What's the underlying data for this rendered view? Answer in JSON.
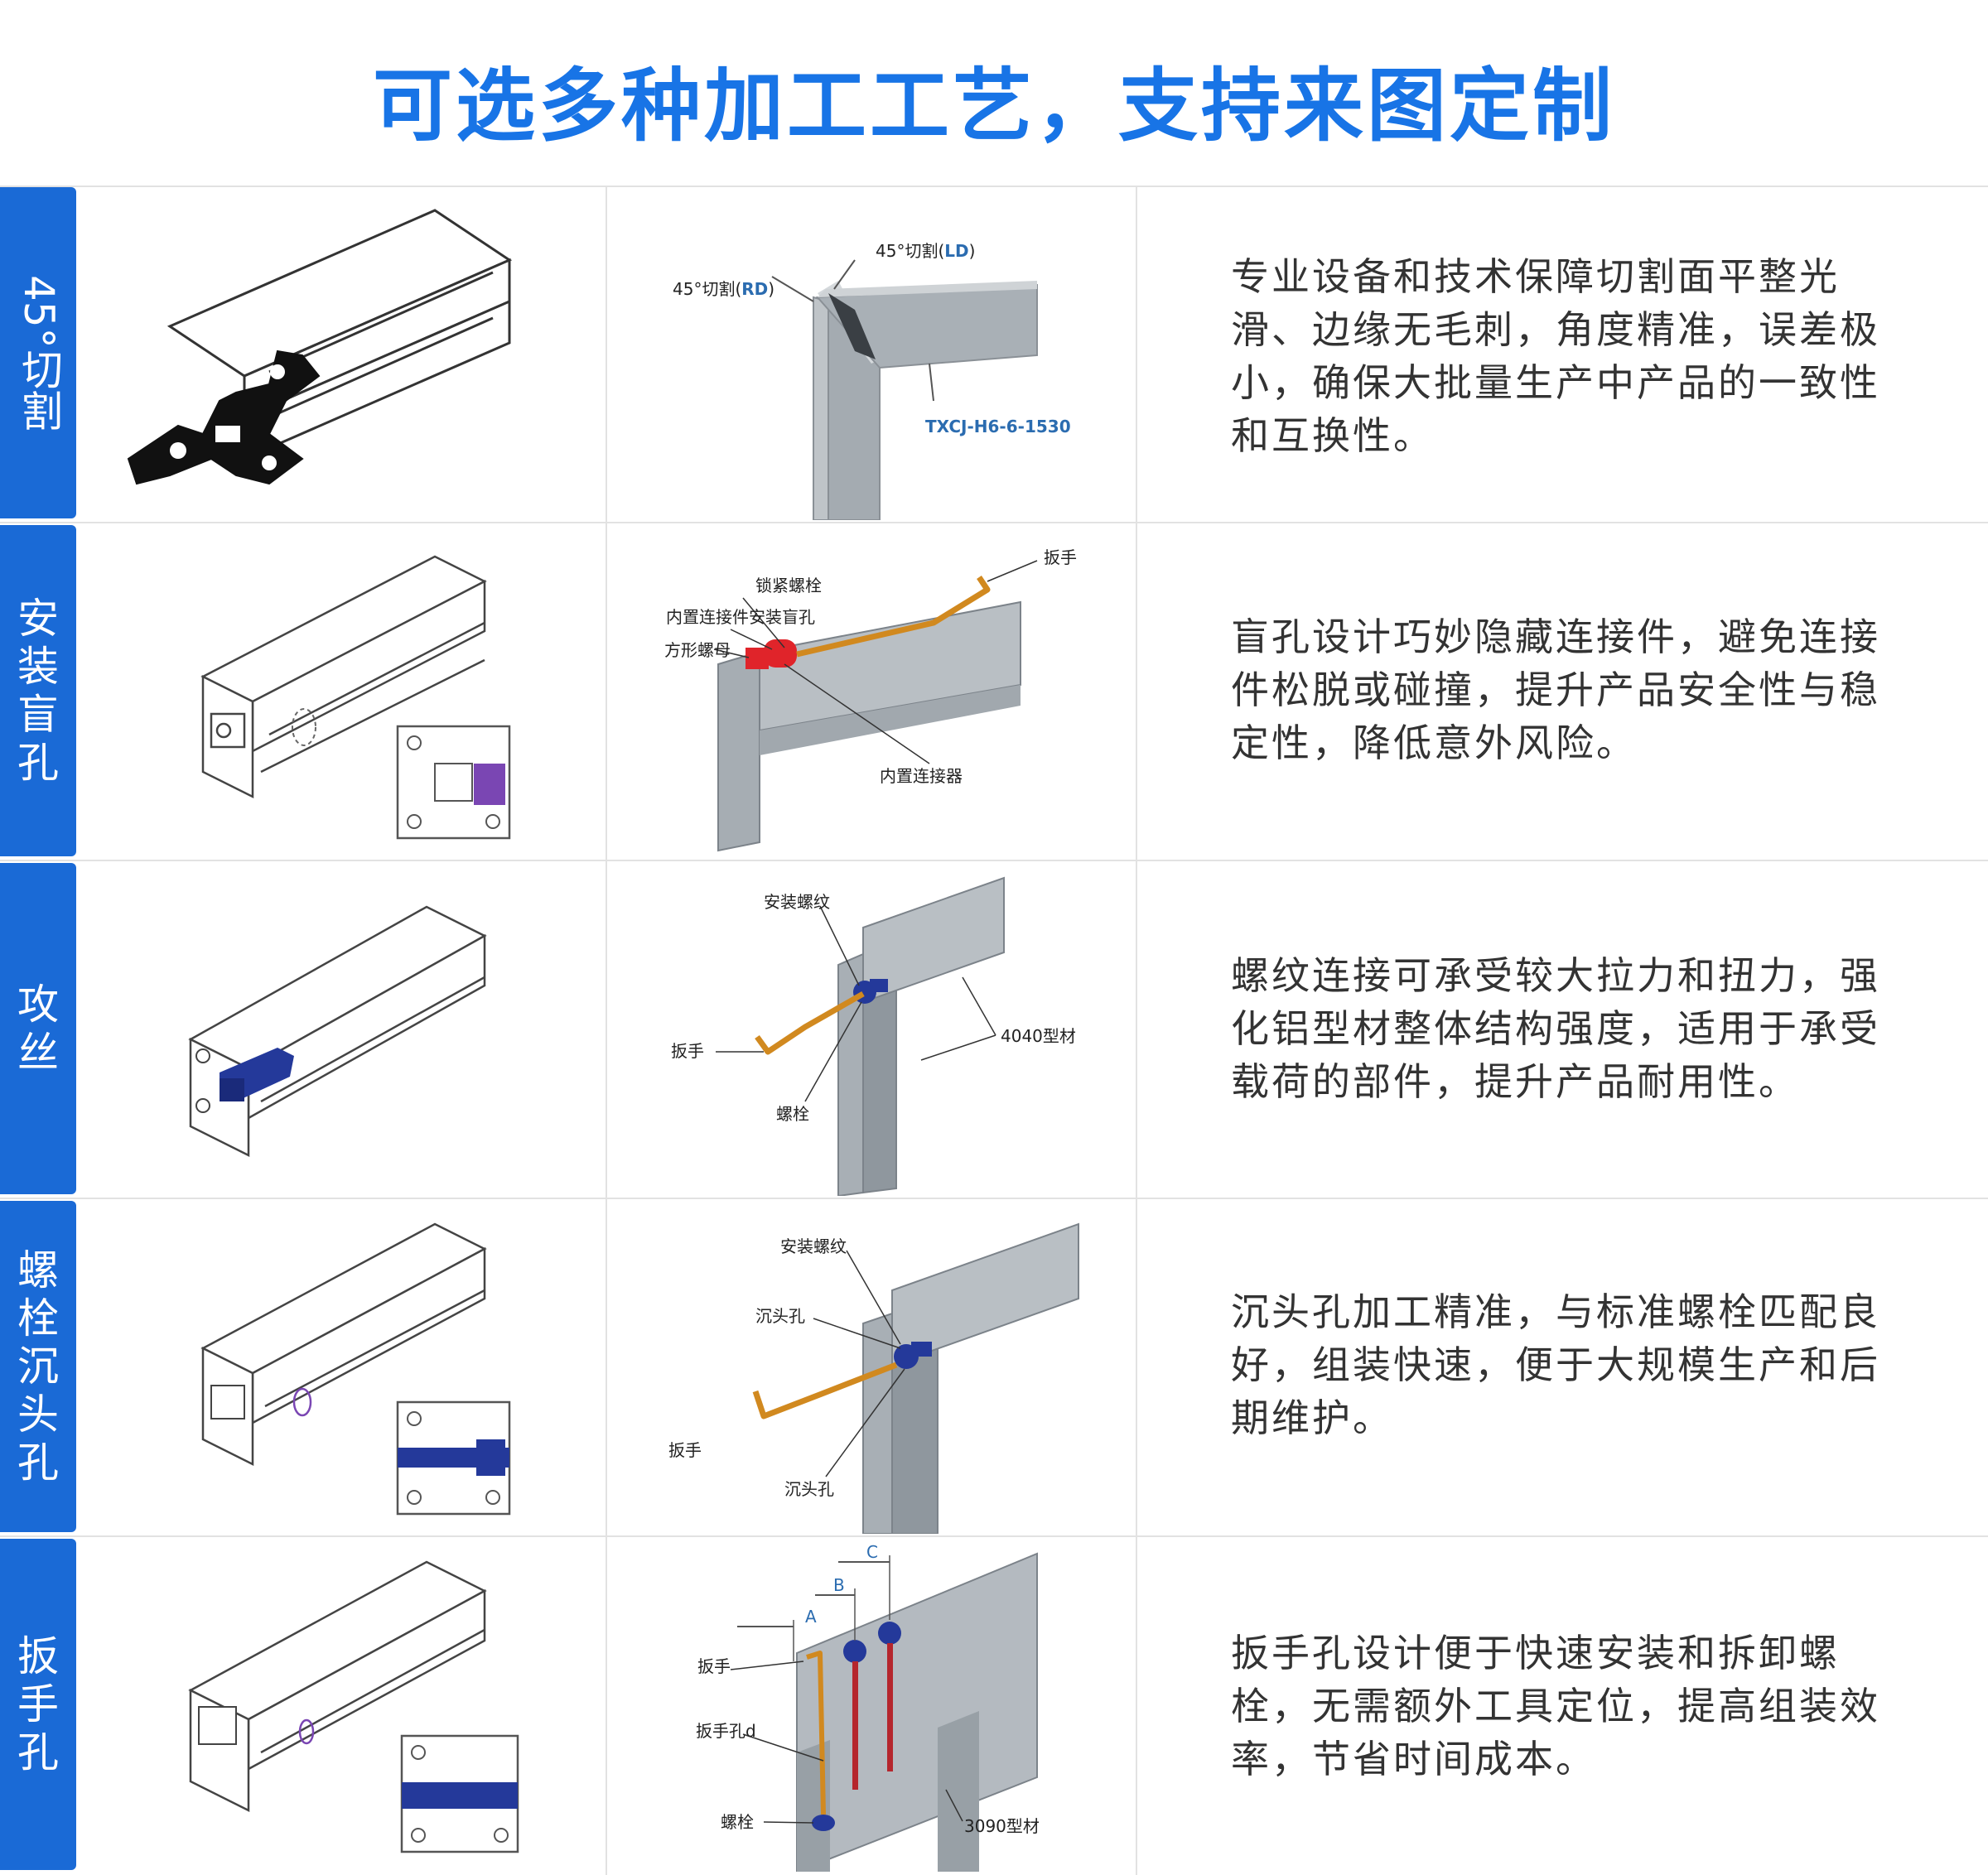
{
  "title": "可选多种加工工艺，支持来图定制",
  "rows": [
    {
      "tab": "45°切割",
      "labels": {
        "ld_prefix": "45°切割(",
        "ld": "LD",
        "ld_suffix": ")",
        "rd_prefix": "45°切割(",
        "rd": "RD",
        "rd_suffix": ")",
        "model": "TXCJ-H6-6-1530"
      },
      "description": "专业设备和技术保障切割面平整光滑、边缘无毛刺，角度精准，误差极小，确保大批量生产中产品的一致性和互换性。"
    },
    {
      "tab": "安装盲孔",
      "labels": {
        "wrench": "扳手",
        "lock_bolt": "锁紧螺栓",
        "blind_hole": "内置连接件安装盲孔",
        "square_nut": "方形螺母",
        "connector": "内置连接器"
      },
      "description": "盲孔设计巧妙隐藏连接件，避免连接件松脱或碰撞，提升产品安全性与稳定性，降低意外风险。"
    },
    {
      "tab": "攻丝",
      "labels": {
        "thread": "安装螺纹",
        "wrench": "扳手",
        "bolt": "螺栓",
        "profile": "4040型材"
      },
      "description": "螺纹连接可承受较大拉力和扭力，强化铝型材整体结构强度，适用于承受载荷的部件，提升产品耐用性。"
    },
    {
      "tab": "螺栓沉头孔",
      "labels": {
        "thread": "安装螺纹",
        "counterbore_top": "沉头孔",
        "wrench": "扳手",
        "counterbore_bottom": "沉头孔"
      },
      "description": "沉头孔加工精准，与标准螺栓匹配良好，组装快速，便于大规模生产和后期维护。"
    },
    {
      "tab": "扳手孔",
      "labels": {
        "dim_a": "A",
        "dim_b": "B",
        "dim_c": "C",
        "wrench": "扳手",
        "wrench_hole": "扳手孔d",
        "bolt": "螺栓",
        "profile": "3090型材"
      },
      "description": "扳手孔设计便于快速安装和拆卸螺栓，无需额外工具定位，提高组装效率，节省时间成本。"
    }
  ],
  "colors": {
    "accent": "#1a6ad6",
    "title": "#1874e6",
    "label_blue": "#2b6cb0",
    "highlight_purple": "#7a46b3",
    "highlight_blue": "#24399a",
    "wrench_orange": "#d1891f",
    "connector_red": "#e0242a"
  }
}
